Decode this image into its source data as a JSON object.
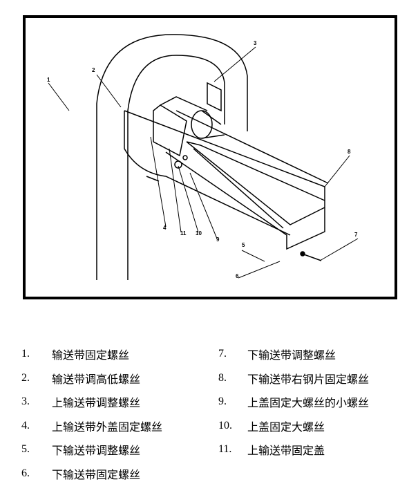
{
  "callouts": [
    "1",
    "2",
    "3",
    "4",
    "11",
    "10",
    "9",
    "5",
    "6",
    "7",
    "8"
  ],
  "legend": [
    {
      "num": "1.",
      "text": "输送带固定螺丝"
    },
    {
      "num": "2.",
      "text": "输送带调高低螺丝"
    },
    {
      "num": "3.",
      "text": "上输送带调整螺丝"
    },
    {
      "num": "4.",
      "text": "上输送带外盖固定螺丝"
    },
    {
      "num": "5.",
      "text": "下输送带调整螺丝"
    },
    {
      "num": "6.",
      "text": "下输送带固定螺丝"
    },
    {
      "num": "7.",
      "text": "下输送带调整螺丝"
    },
    {
      "num": "8.",
      "text": "下输送带右钢片固定螺丝"
    },
    {
      "num": "9.",
      "text": "上盖固定大螺丝的小螺丝"
    },
    {
      "num": "10.",
      "text": "上盖固定大螺丝"
    },
    {
      "num": "11.",
      "text": "上输送带固定盖"
    }
  ]
}
